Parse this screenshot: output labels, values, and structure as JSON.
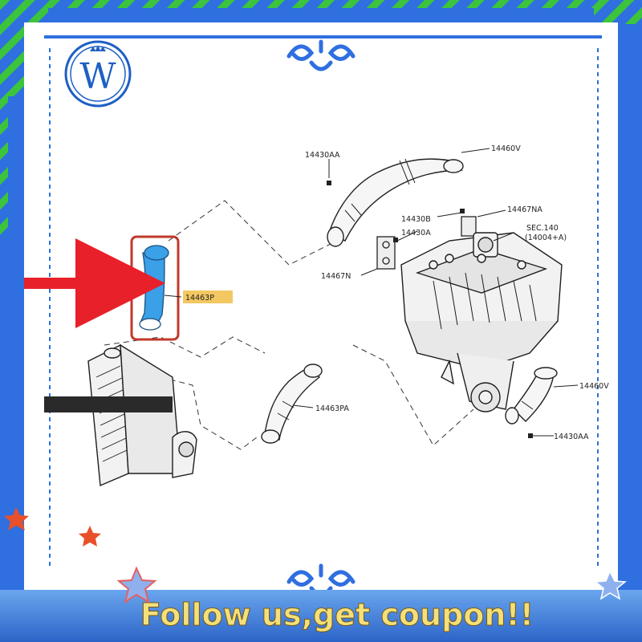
{
  "logo": {
    "letter": "W",
    "color": "#1e5fc4"
  },
  "labels": {
    "p14460V_top": "14460V",
    "p14430AA_top": "14430AA",
    "p14467NA": "14467NA",
    "p14430B": "14430B",
    "p14430A": "14430A",
    "sec140_line1": "SEC.140",
    "sec140_line2": "(14004+A)",
    "p14467N": "14467N",
    "p14463P": "14463P",
    "p14463PA": "14463PA",
    "p14460V_bottom": "14460V",
    "p14430AA_bottom": "14430AA"
  },
  "banner": {
    "text": "Follow us,get coupon!!"
  },
  "colors": {
    "frame_blue": "#2f6fe0",
    "accent_green": "#3cc43c",
    "highlight_red": "#c0392b",
    "arrow_red": "#e8202a",
    "hose_blue": "#3aa0e8",
    "label_highlight": "#f3c862",
    "banner_text": "#f4e07a"
  }
}
